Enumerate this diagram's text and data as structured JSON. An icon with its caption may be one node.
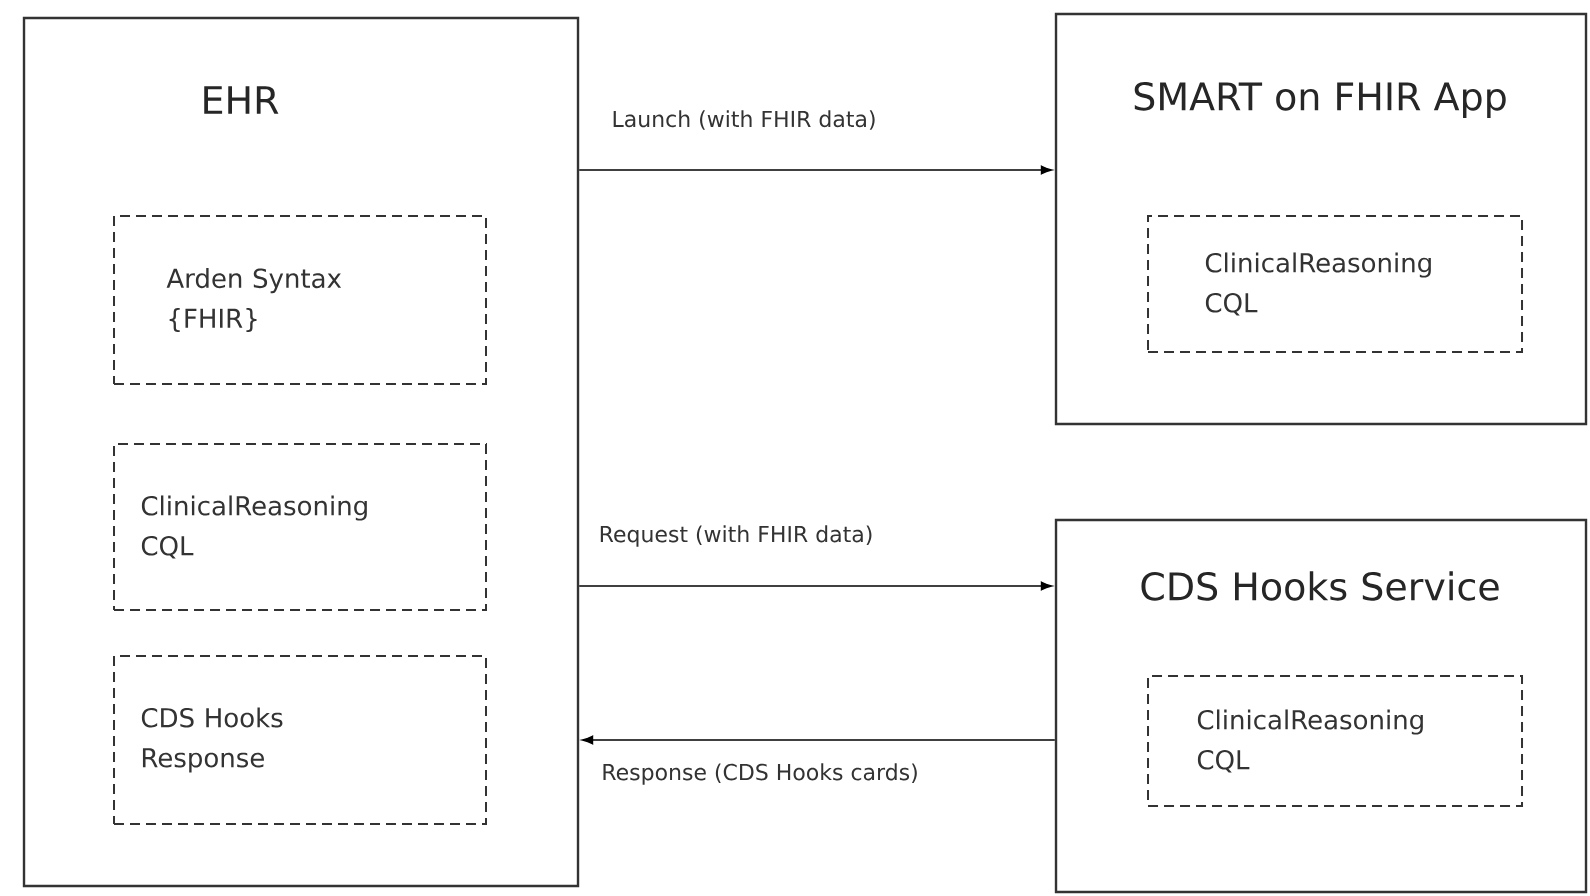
{
  "diagram": {
    "nodes": [
      {
        "text": [
          "EHR"
        ]
      },
      {
        "text": [
          "Arden Syntax {FHIR}"
        ],
        "in": 0
      },
      {
        "text": [
          "ClinicalReasoning CQL"
        ],
        "in": 0
      },
      {
        "text": [
          "CDS Hooks Response"
        ],
        "in": 0
      },
      {
        "text": [
          "SMART on FHIR App"
        ]
      },
      {
        "text": [
          "ClinicalReasoning CQL"
        ],
        "in": 4
      },
      {
        "text": [
          "CDS Hooks Service"
        ]
      },
      {
        "text": [
          "ClinicalReasoning CQL"
        ],
        "in": 6
      }
    ],
    "edges": [
      {
        "from": 0,
        "to": 4,
        "arrow": "to",
        "label": "Launch (with FHIR data)"
      },
      {
        "from": 0,
        "to": 6,
        "arrow": "to",
        "label": "Request (with FHIR data)"
      },
      {
        "from": 6,
        "to": 0,
        "arrow": "to",
        "label": "Response (CDS Hooks cards)"
      }
    ]
  }
}
